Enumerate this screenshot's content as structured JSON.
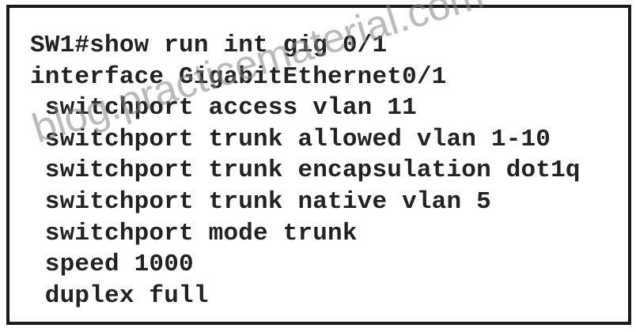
{
  "terminal": {
    "lines": [
      "SW1#show run int gig 0/1",
      "interface GigabitEthernet0/1",
      " switchport access vlan 11",
      " switchport trunk allowed vlan 1-10",
      " switchport trunk encapsulation dot1q",
      " switchport trunk native vlan 5",
      " switchport mode trunk",
      " speed 1000",
      " duplex full"
    ]
  },
  "watermark": {
    "text": "blog.practicematerial.com"
  }
}
